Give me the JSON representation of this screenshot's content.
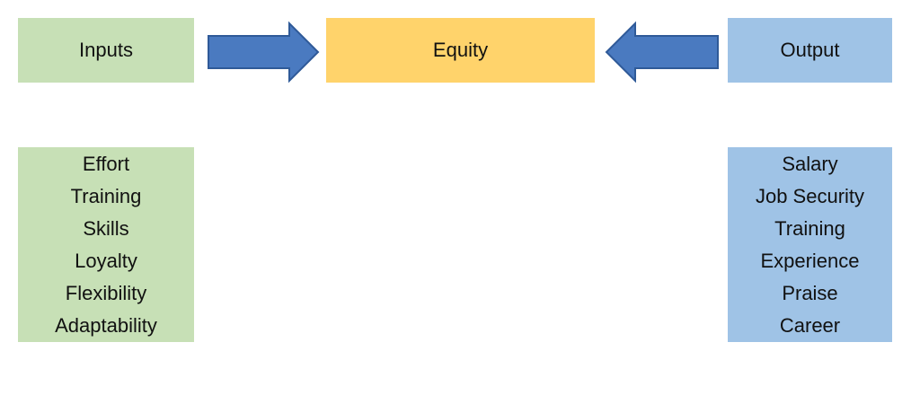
{
  "diagram": {
    "inputs_title": "Inputs",
    "center_title": "Equity",
    "output_title": "Output",
    "inputs_list": [
      "Effort",
      "Training",
      "Skills",
      "Loyalty",
      "Flexibility",
      "Adaptability"
    ],
    "outputs_list": [
      "Salary",
      "Job Security",
      "Training",
      "Experience",
      "Praise",
      "Career"
    ]
  },
  "colors": {
    "inputs_fill": "#c7e0b6",
    "equity_fill": "#ffd36b",
    "output_fill": "#9fc3e6",
    "arrow_fill": "#4a7ac0",
    "arrow_stroke": "#2f5a98"
  }
}
